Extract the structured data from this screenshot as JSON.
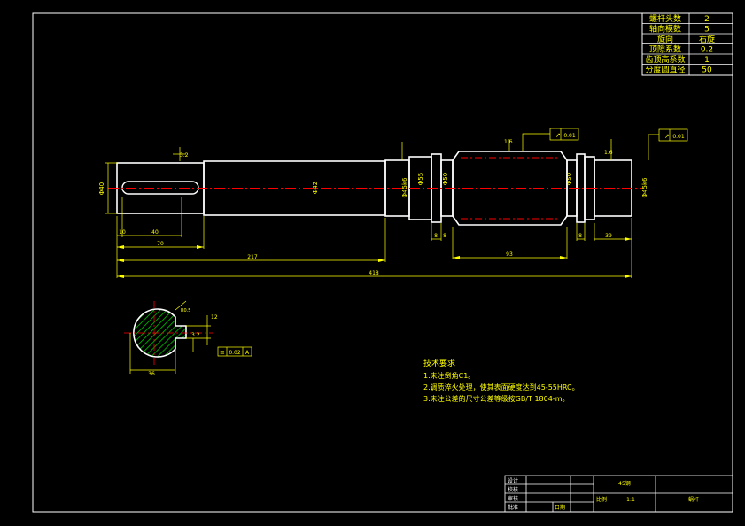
{
  "gear_table": {
    "rows": [
      {
        "label": "螺杆头数",
        "value": "2"
      },
      {
        "label": "轴向模数",
        "value": "5"
      },
      {
        "label": "旋向",
        "value": "右旋"
      },
      {
        "label": "顶隙系数",
        "value": "0.2"
      },
      {
        "label": "齿顶高系数",
        "value": "1"
      },
      {
        "label": "分度圆直径",
        "value": "50"
      }
    ]
  },
  "dimensions": {
    "key_dia": "Φ40",
    "dia_left_step": "Φ42",
    "dia_bearing_left": "Φ45k6",
    "dia_collar": "Φ55",
    "dia_shoulder_l": "Φ50",
    "dia_shoulder_r": "Φ50",
    "dia_right": "Φ45k6",
    "len_key_start": "10",
    "len_key": "40",
    "len_first": "70",
    "len_middle": "217",
    "len_total": "418",
    "len_worm": "93",
    "len_right": "39",
    "gap_a": "8",
    "gap_b": "8",
    "gap_c": "8",
    "roughness_1": "3.2",
    "roughness_2": "1.6",
    "roughness_3": "1.6",
    "runout_1": "0.01",
    "runout_2": "0.01"
  },
  "section": {
    "width_label": "12",
    "depth_label": "36",
    "roughness": "3.2",
    "sym_tol": "0.02",
    "sym_ref": "A",
    "radius": "R0.5"
  },
  "notes": {
    "title": "技术要求",
    "items": [
      "1.未注倒角C1。",
      "2.调质淬火处理，使其表面硬度达到45-55HRC。",
      "3.未注公差的尺寸公差等级按GB/T 1804-m。"
    ]
  },
  "title_block": {
    "design": "设计",
    "check": "校核",
    "review": "审核",
    "approve": "批准",
    "date": "日期",
    "material": "45钢",
    "scale_label": "比例",
    "scale_value": "1:1",
    "part_name": "蜗杆"
  },
  "colors": {
    "outline": "#ffffff",
    "dimension": "#ffff00",
    "centerline": "#ff0000",
    "hatch": "#00a000"
  }
}
